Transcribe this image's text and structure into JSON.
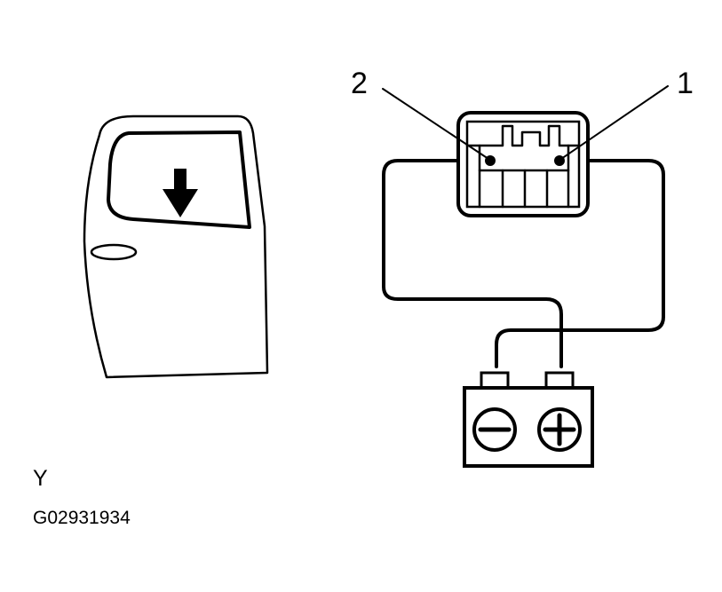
{
  "labels": {
    "terminal_2": "2",
    "terminal_1": "1",
    "view_letter": "Y",
    "figure_code": "G02931934"
  },
  "icons": {
    "door": "door-icon",
    "arrow": "arrow-down-icon",
    "connector": "connector-icon",
    "battery": "battery-icon",
    "negative": "minus-icon",
    "positive": "plus-icon"
  },
  "colors": {
    "ink": "#000000",
    "paper": "#ffffff"
  }
}
